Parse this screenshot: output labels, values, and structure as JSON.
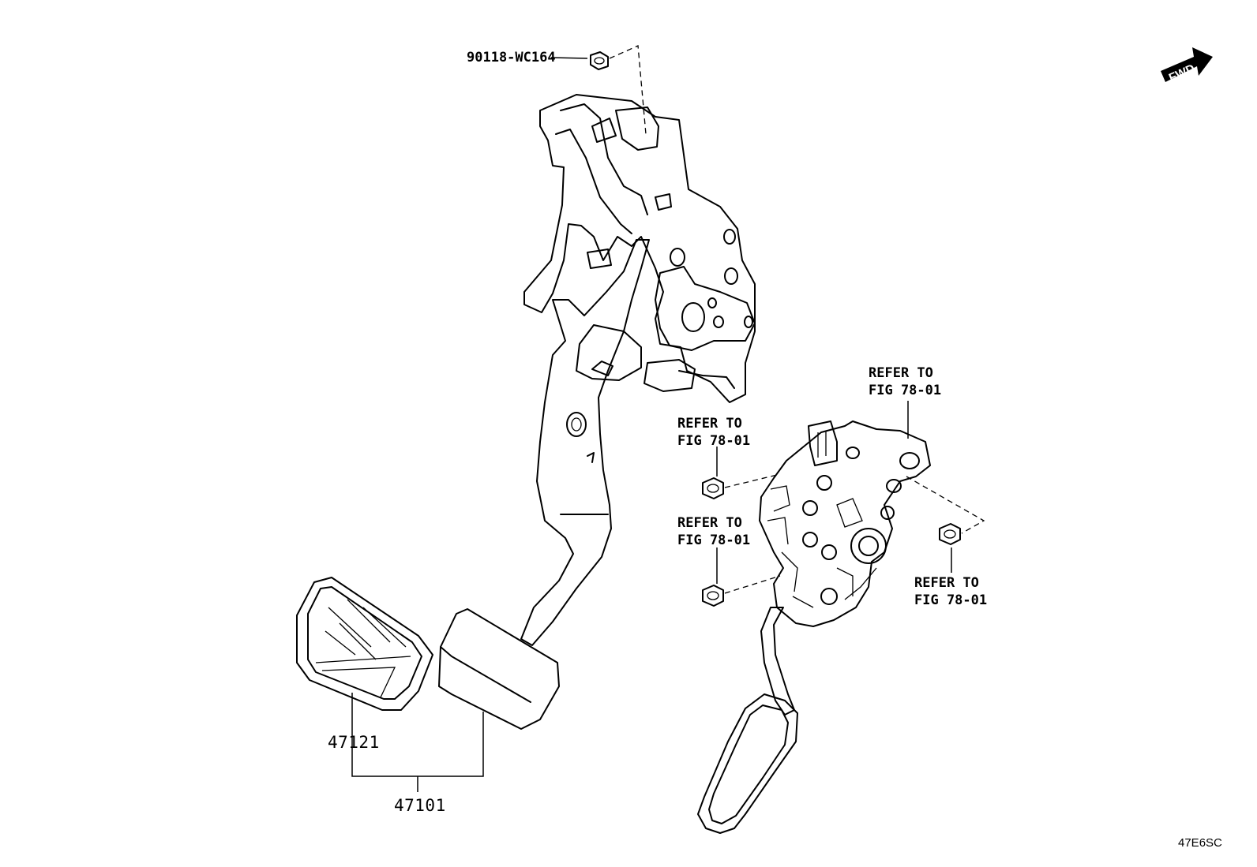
{
  "labels": {
    "nut_top": "90118-WC164",
    "refer_upper_right": [
      "REFER TO",
      "FIG 78-01"
    ],
    "refer_mid_1": [
      "REFER TO",
      "FIG 78-01"
    ],
    "refer_mid_2": [
      "REFER TO",
      "FIG 78-01"
    ],
    "refer_lower_right": [
      "REFER TO",
      "FIG 78-01"
    ],
    "pad_part": "47121",
    "pedal_assy_part": "47101",
    "fwd": "FWD",
    "diagram_code": "47E6SC"
  }
}
